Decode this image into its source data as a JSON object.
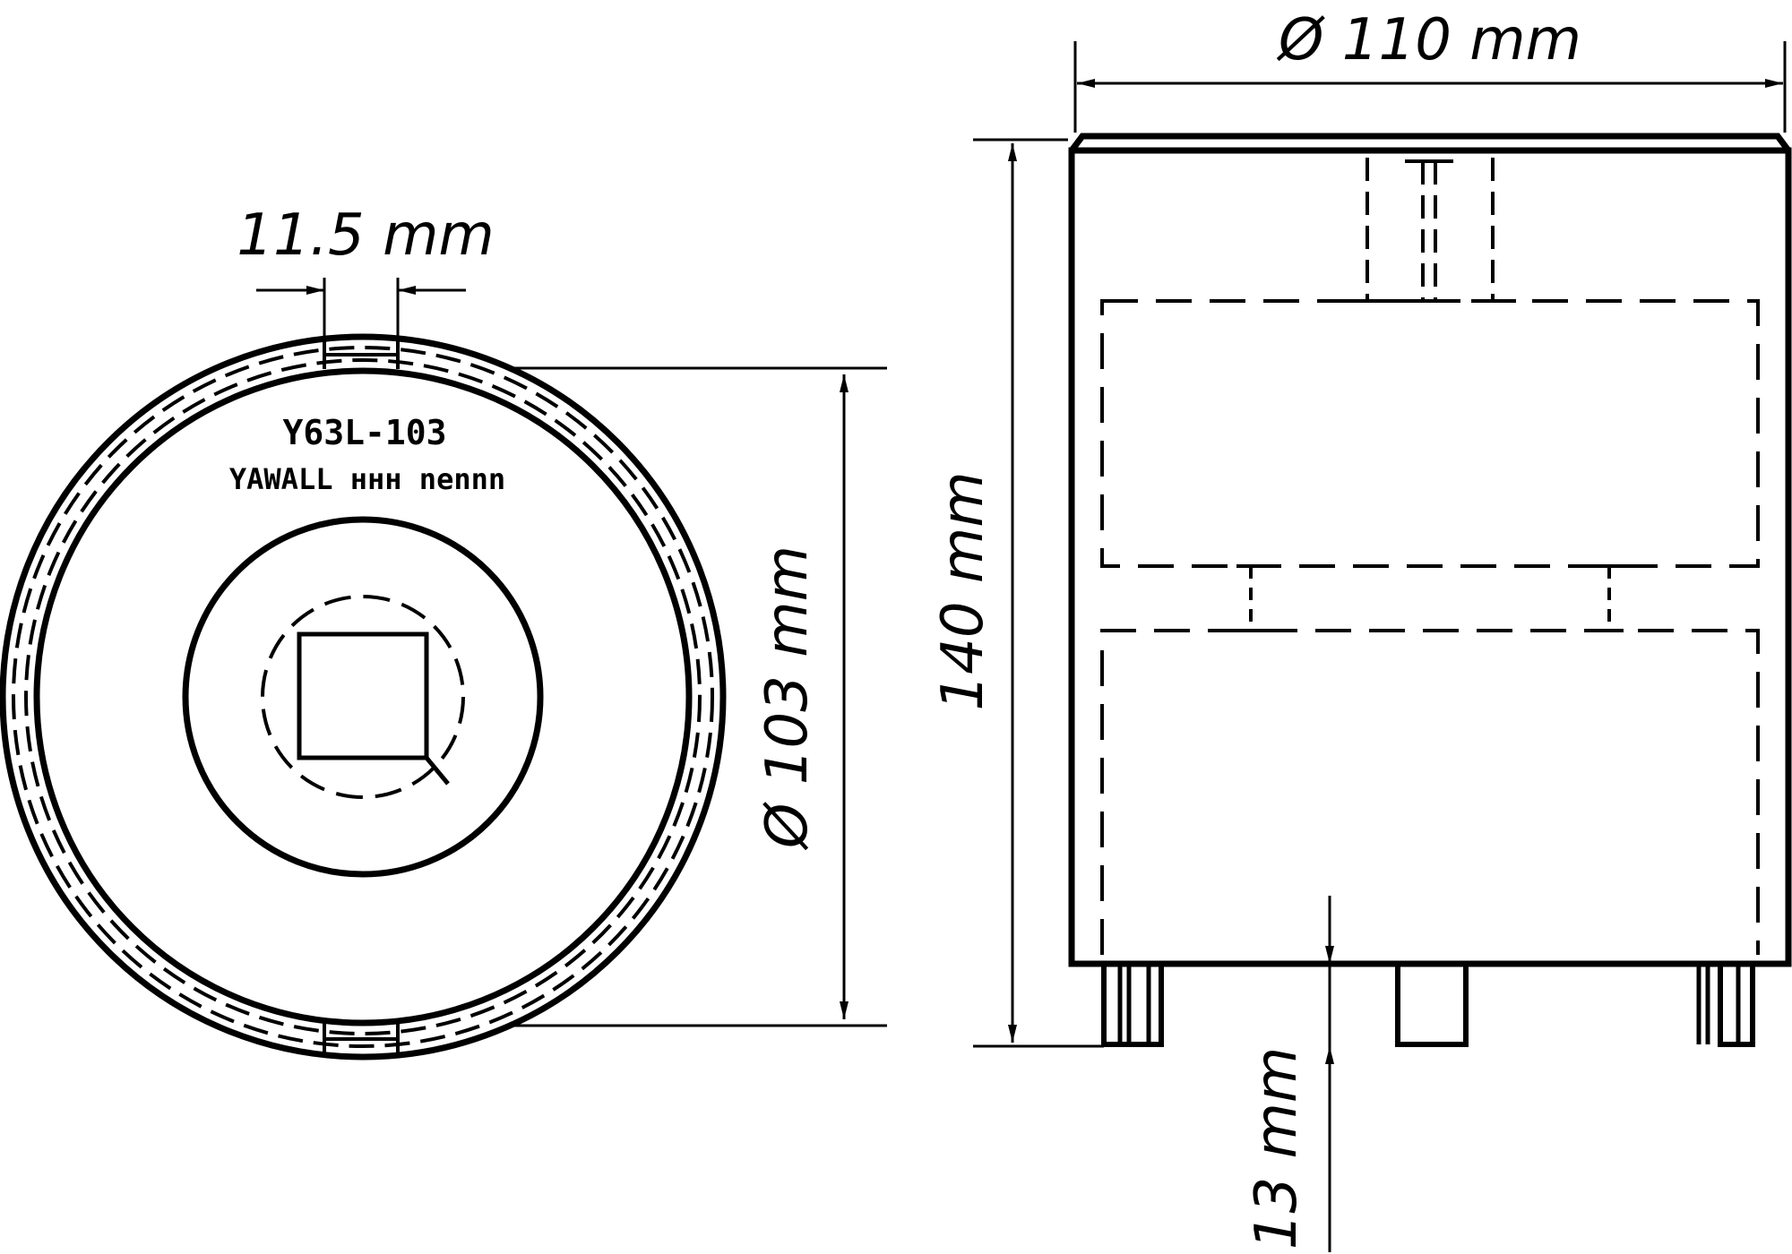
{
  "dimensions": {
    "width_top": "Ø 110 mm",
    "height": "140 mm",
    "inner_diameter": "Ø 103 mm",
    "flat_width": "11.5 mm",
    "bottom_offset": "13 mm"
  },
  "engraving": {
    "line1": "Y63L-103",
    "line2": "YAWALL ннн nennn"
  },
  "colors": {
    "line": "#000000",
    "background": "#ffffff"
  }
}
